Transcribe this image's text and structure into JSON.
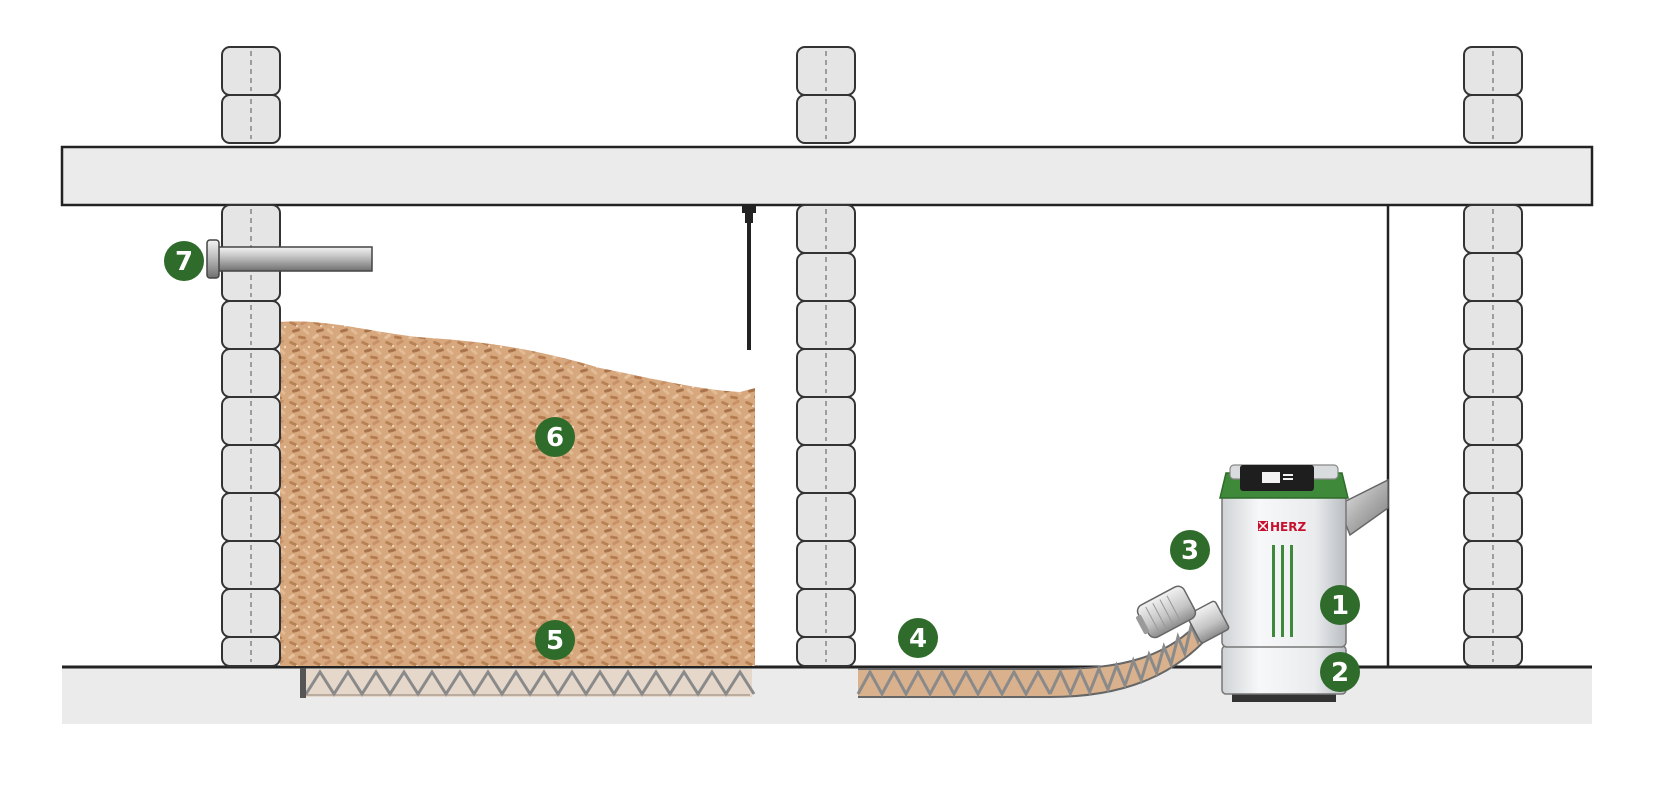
{
  "brand_text": "HERZ",
  "callouts": [
    "1",
    "2",
    "3",
    "4",
    "5",
    "6",
    "7"
  ],
  "colors": {
    "badge": "#2f6b2a",
    "brick": "#e5e5e5",
    "slab": "#eaeaea",
    "pellet": "#cf9a6e",
    "boiler_trim": "#3f8a3a",
    "brand": "#c8102e"
  }
}
